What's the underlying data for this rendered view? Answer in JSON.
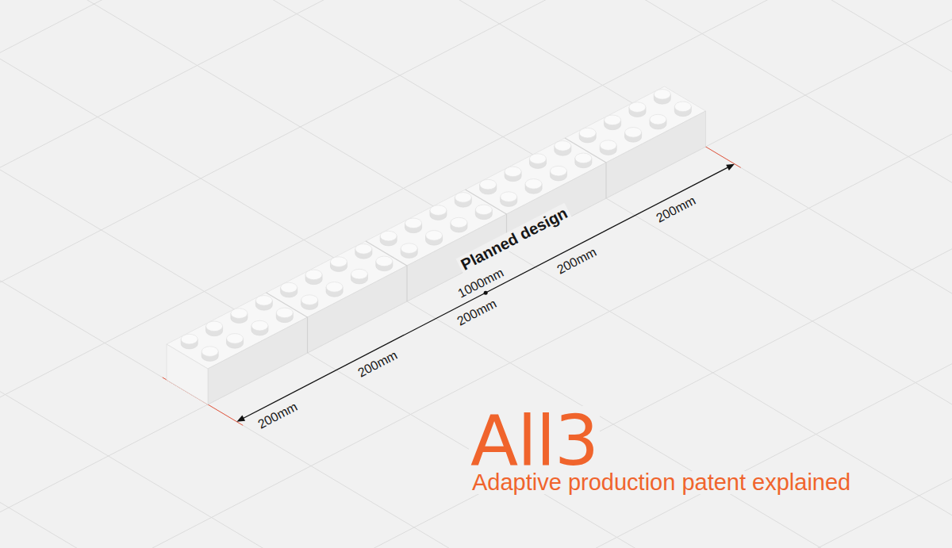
{
  "diagram": {
    "title": "All3",
    "caption": "Adaptive production patent explained",
    "labels": [
      "200mm",
      "200mm",
      "200mm",
      "200mm",
      "200mm",
      "1000mm",
      "Planned design"
    ]
  }
}
